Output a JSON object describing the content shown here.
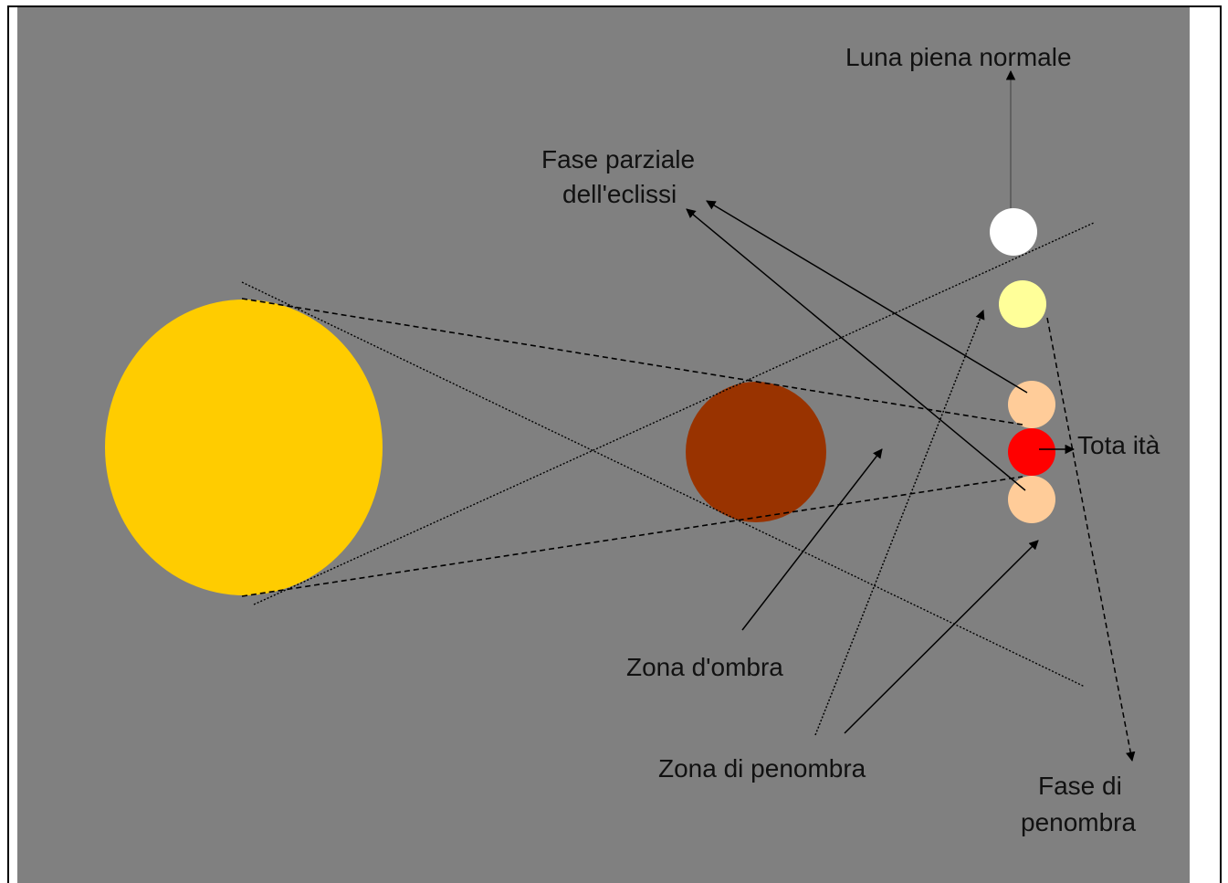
{
  "labels": {
    "luna_piena": "Luna piena normale",
    "fase_parziale_1": "Fase parziale",
    "fase_parziale_2": "dell'eclissi",
    "totalita": "Tota ità",
    "zona_ombra": "Zona d'ombra",
    "zona_penombra": "Zona di penombra",
    "fase_penombra_1": "Fase di",
    "fase_penombra_2": "penombra"
  },
  "colors": {
    "background": "#808080",
    "sun": "#ffcc00",
    "earth": "#993300",
    "moon_full": "#ffffff",
    "moon_penumbral": "#ffff99",
    "moon_partial": "#ffcc99",
    "moon_total": "#ff0000"
  }
}
